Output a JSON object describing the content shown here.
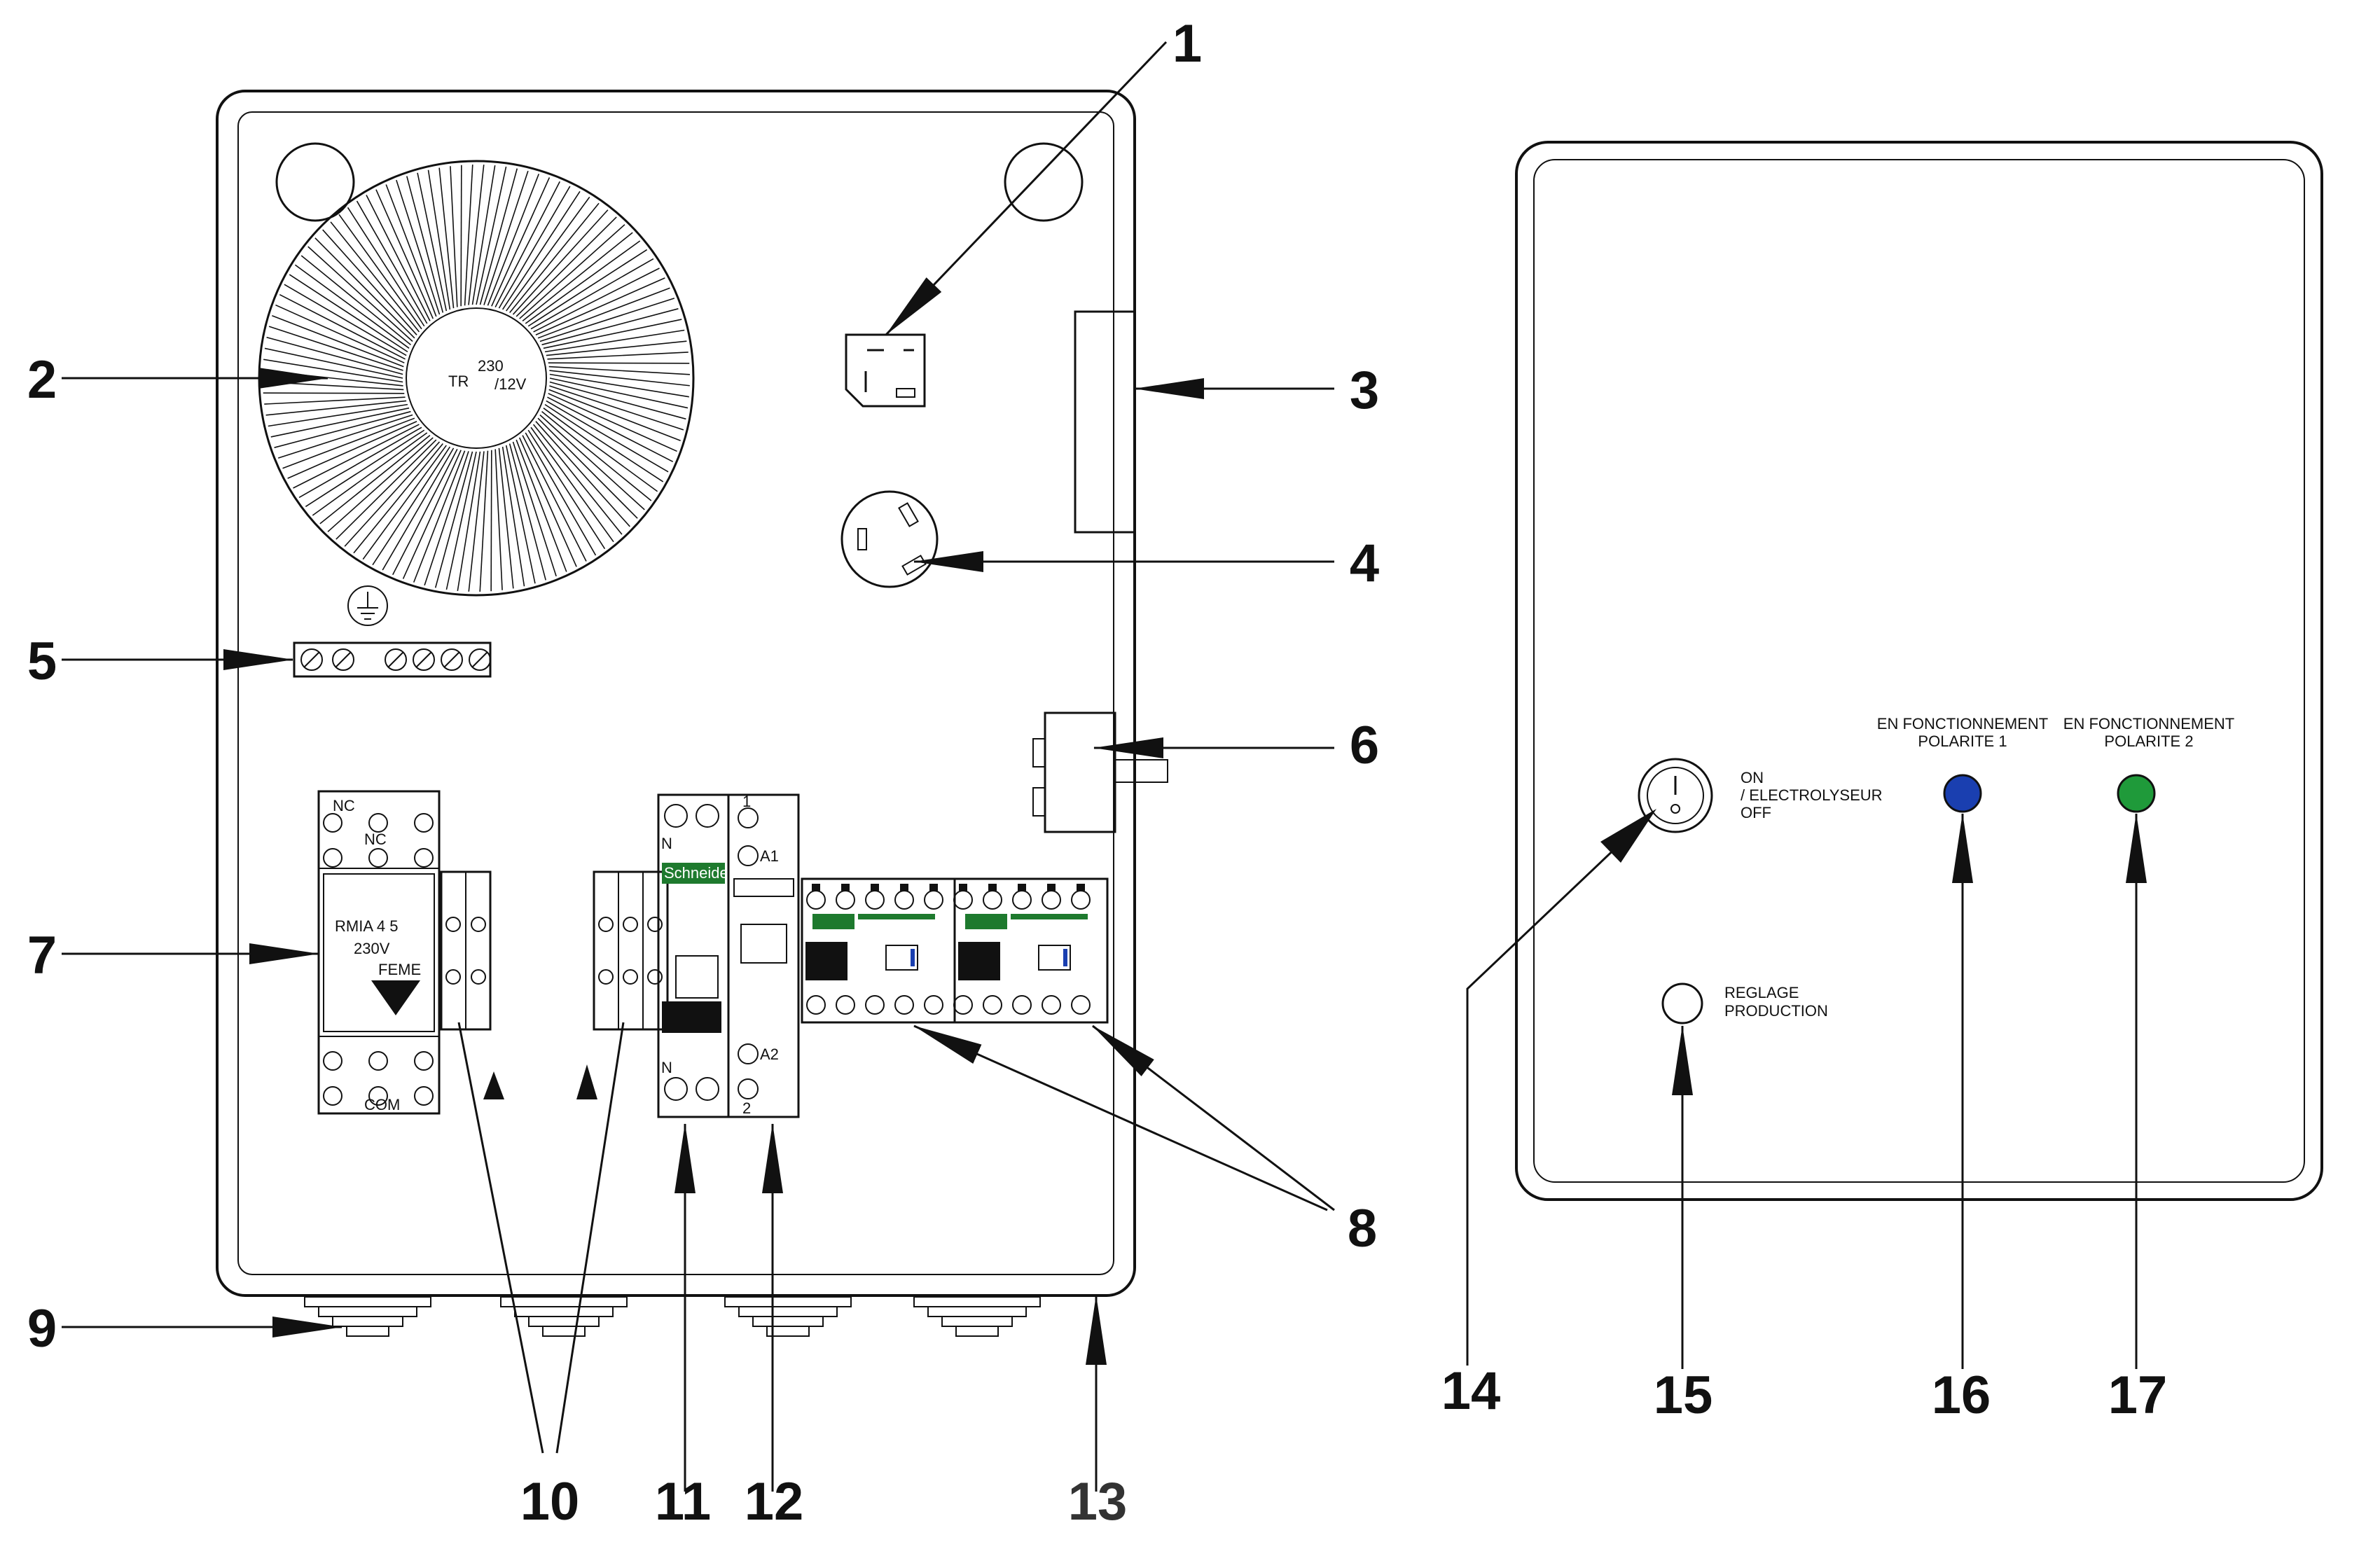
{
  "callouts": {
    "c1": "1",
    "c2": "2",
    "c3": "3",
    "c4": "4",
    "c5": "5",
    "c6": "6",
    "c7": "7",
    "c8": "8",
    "c9": "9",
    "c10": "10",
    "c11": "11",
    "c12": "12",
    "c13": "13",
    "c14": "14",
    "c15": "15",
    "c16": "16",
    "c17": "17"
  },
  "cabinet": {
    "transformer_label": "TR",
    "transformer_sup": "230",
    "transformer_frac": "/12V",
    "relay_model": "RMIA 4 5",
    "relay_voltage": "230V",
    "relay_brand": "FEME",
    "relay_nc1": "NC",
    "relay_nc2": "NC",
    "relay_com": "COM",
    "breaker_brand": "Schneider",
    "breaker_n_top": "N",
    "breaker_n_bottom": "N",
    "breaker_a1": "A1",
    "breaker_a2": "A2",
    "breaker_1": "1",
    "breaker_2": "2"
  },
  "panel": {
    "switch_line1": "ON",
    "switch_line2": "/ ELECTROLYSEUR",
    "switch_line3": "OFF",
    "reglage_line1": "REGLAGE",
    "reglage_line2": "PRODUCTION",
    "led1_line1": "EN FONCTIONNEMENT",
    "led1_line2": "POLARITE 1",
    "led2_line1": "EN FONCTIONNEMENT",
    "led2_line2": "POLARITE 2"
  },
  "colors": {
    "led_blue": "#1a3fb0",
    "led_green": "#1f9a3a",
    "breaker_green": "#1e7a2e"
  }
}
